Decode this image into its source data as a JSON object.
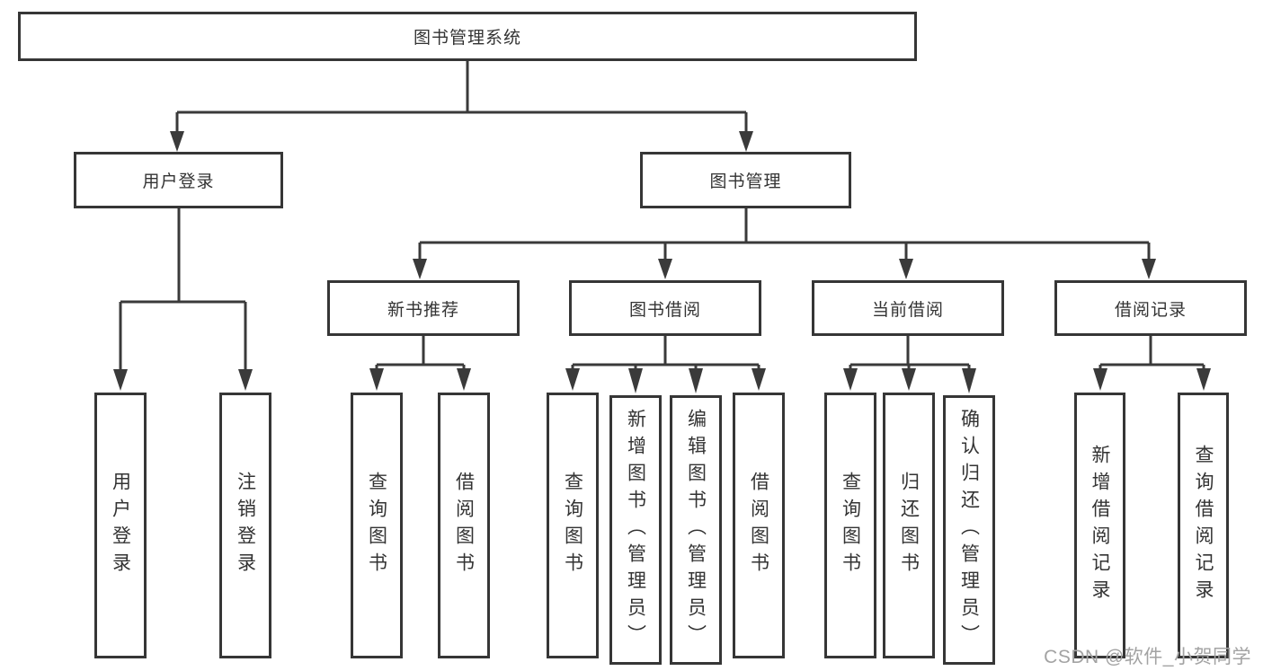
{
  "tree": {
    "label": "图书管理系统",
    "children": [
      {
        "label": "用户登录",
        "children": [
          {
            "label": "用户登录"
          },
          {
            "label": "注销登录"
          }
        ]
      },
      {
        "label": "图书管理",
        "children": [
          {
            "label": "新书推荐",
            "children": [
              {
                "label": "查询图书"
              },
              {
                "label": "借阅图书"
              }
            ]
          },
          {
            "label": "图书借阅",
            "children": [
              {
                "label": "查询图书"
              },
              {
                "label": "新增图书（管理员）"
              },
              {
                "label": "编辑图书（管理员）"
              },
              {
                "label": "借阅图书"
              }
            ]
          },
          {
            "label": "当前借阅",
            "children": [
              {
                "label": "查询图书"
              },
              {
                "label": "归还图书"
              },
              {
                "label": "确认归还（管理员）"
              }
            ]
          },
          {
            "label": "借阅记录",
            "children": [
              {
                "label": "新增借阅记录"
              },
              {
                "label": "查询借阅记录"
              }
            ]
          }
        ]
      }
    ]
  },
  "watermark": "CSDN @软件_小贺同学",
  "colors": {
    "line": "#3a3a3a",
    "box_border": "#363636",
    "text": "#333333",
    "watermark": "#a3a3a3",
    "background": "#ffffff"
  }
}
